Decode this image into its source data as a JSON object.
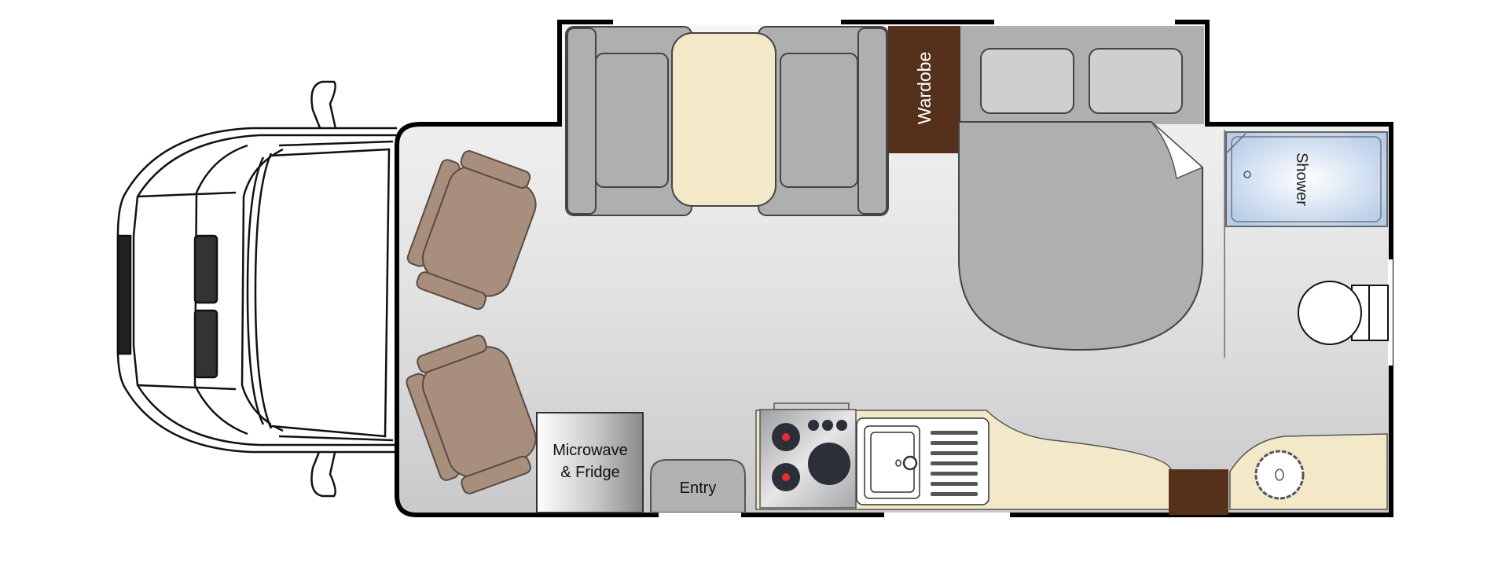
{
  "floorplan": {
    "title": "Motorhome floor plan",
    "labels": {
      "wardrobe": "Wardobe",
      "shower": "Shower",
      "microwave_line1": "Microwave",
      "microwave_line2": "& Fridge",
      "entry": "Entry"
    },
    "colors": {
      "floor": "#dcdcdd",
      "upholstery": "#aeafb1",
      "table": "#f3e9c9",
      "cab_seat": "#a88e7c",
      "wardrobe": "#55301a",
      "shower": "#c3d6ec",
      "counter": "#f3e9c9",
      "wall": "#000000",
      "hob_red": "#ee2a36"
    },
    "components": [
      {
        "id": "cab",
        "name": "Driver cab"
      },
      {
        "id": "cab-seats",
        "name": "Cab seats",
        "count": 2
      },
      {
        "id": "dinette",
        "name": "Dinette with table"
      },
      {
        "id": "wardrobe",
        "name": "Wardobe"
      },
      {
        "id": "bed",
        "name": "Island bed with pillows",
        "pillows": 2
      },
      {
        "id": "shower",
        "name": "Shower"
      },
      {
        "id": "toilet",
        "name": "Toilet"
      },
      {
        "id": "microwave-fridge",
        "name": "Microwave & Fridge"
      },
      {
        "id": "entry",
        "name": "Entry"
      },
      {
        "id": "hob",
        "name": "Hob / cooker",
        "burners": 3
      },
      {
        "id": "sink",
        "name": "Sink with drainer"
      },
      {
        "id": "washbasin",
        "name": "Washbasin"
      }
    ]
  }
}
